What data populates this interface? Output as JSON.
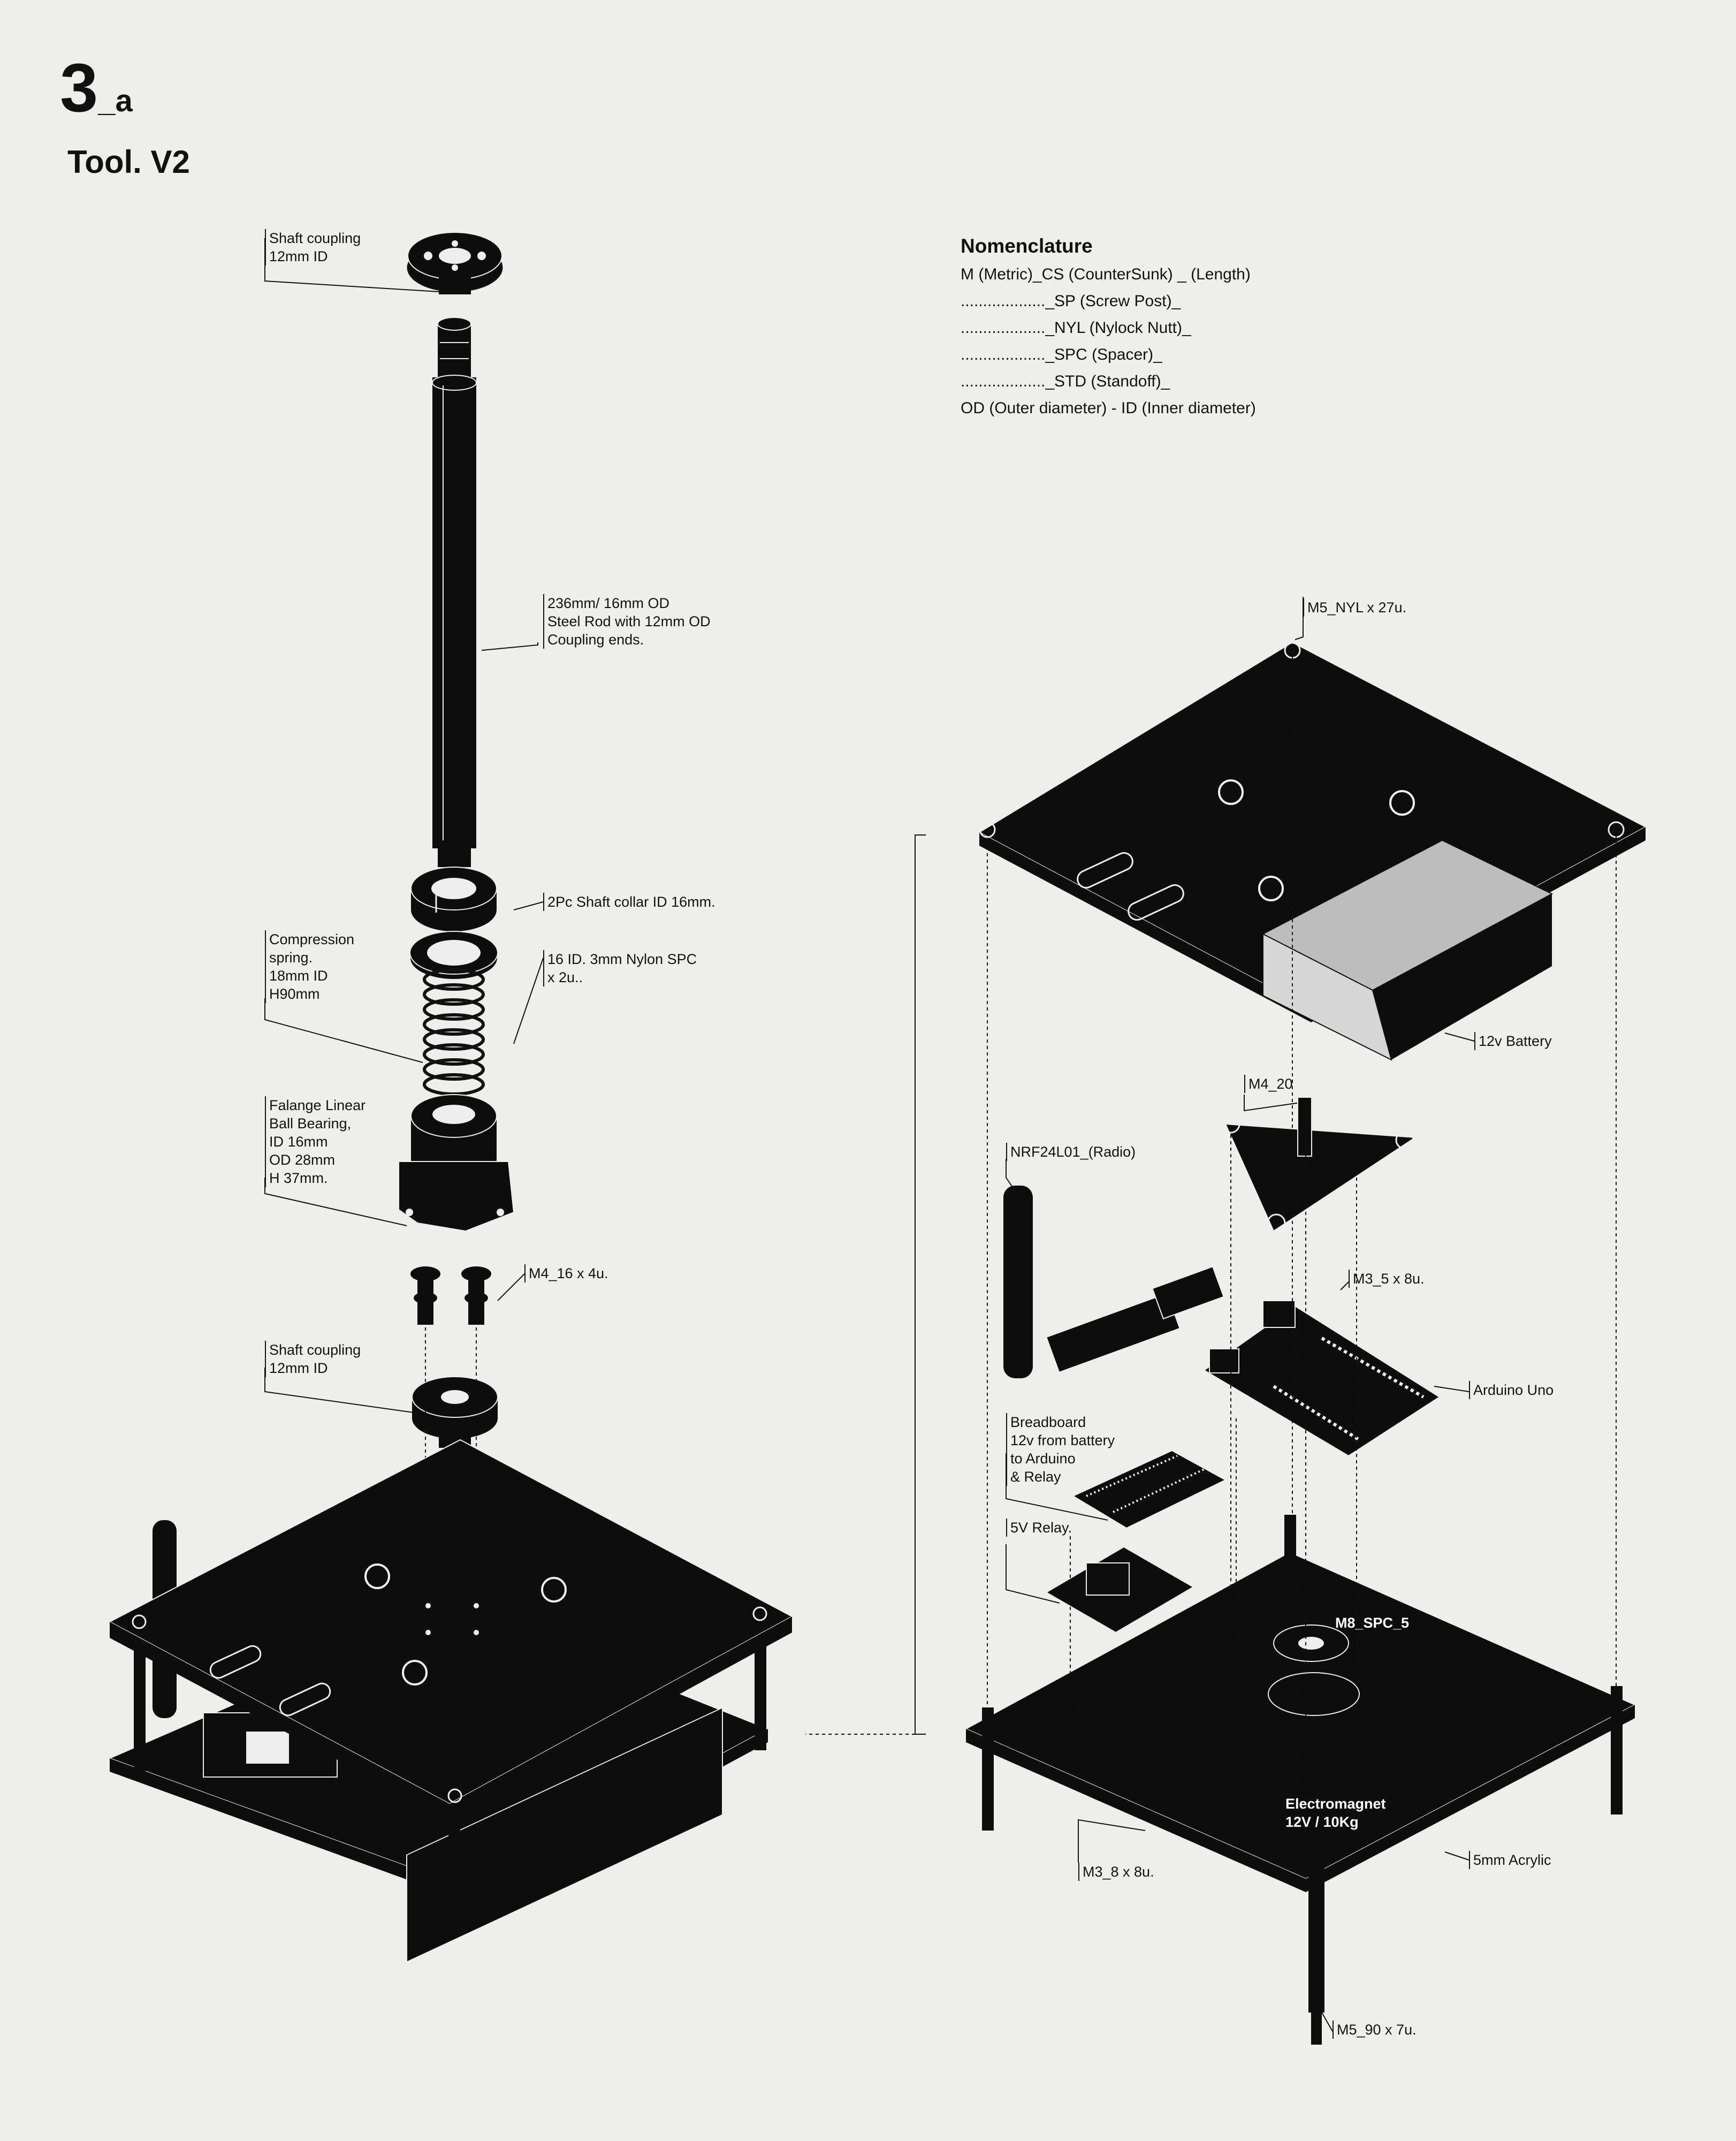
{
  "header": {
    "number": "3",
    "suffix": "_a",
    "title": "Tool. V2"
  },
  "nomenclature": {
    "title": "Nomenclature",
    "rows": [
      "M (Metric)_CS (CounterSunk) _ (Length)",
      "..................._SP (Screw Post)_",
      "..................._NYL (Nylock Nutt)_",
      "..................._SPC (Spacer)_",
      "..................._STD (Standoff)_",
      "OD (Outer diameter) - ID (Inner diameter)"
    ]
  },
  "labels": {
    "shaft_coupling_top": [
      "Shaft coupling",
      "12mm ID"
    ],
    "steel_rod": [
      "236mm/ 16mm OD",
      "Steel Rod with 12mm OD",
      "Coupling ends."
    ],
    "shaft_collar": [
      "2Pc Shaft collar ID 16mm."
    ],
    "compression_spring": [
      "Compression",
      "spring.",
      "18mm ID",
      "H90mm"
    ],
    "nylon_spacer": [
      "16 ID. 3mm Nylon SPC",
      "x 2u.."
    ],
    "linear_bearing": [
      "Falange Linear",
      "Ball Bearing,",
      "ID 16mm",
      "OD 28mm",
      "H 37mm."
    ],
    "m4_16": [
      "M4_16 x 4u."
    ],
    "shaft_coupling_bottom": [
      "Shaft coupling",
      "12mm ID"
    ],
    "m5_nyl": [
      "M5_NYL x 27u."
    ],
    "battery": [
      "12v Battery"
    ],
    "m4_20": [
      "M4_20"
    ],
    "radio": [
      "NRF24L01_(Radio)"
    ],
    "m3_5": [
      "M3_5 x 8u."
    ],
    "arduino": [
      "Arduino Uno"
    ],
    "breadboard": [
      "Breadboard",
      "12v from battery",
      "to Arduino",
      "& Relay"
    ],
    "relay": [
      "5V Relay."
    ],
    "m8_spc": [
      "M8_SPC_5"
    ],
    "electromagnet": [
      "Electromagnet",
      "12V / 10Kg"
    ],
    "m3_8": [
      "M3_8 x 8u."
    ],
    "acrylic": [
      "5mm Acrylic"
    ],
    "m5_90": [
      "M5_90 x 7u."
    ]
  },
  "colors": {
    "background": "#eeeeec",
    "ink": "#111111",
    "part": "#0d0d0d",
    "line": "#ffffff"
  }
}
